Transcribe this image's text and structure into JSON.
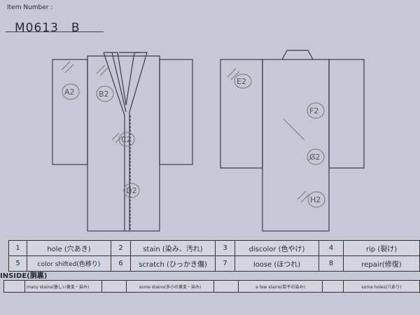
{
  "header": {
    "item_label": "Item Number :",
    "item_number": "M0613　B"
  },
  "front_marks": [
    "A2",
    "B2",
    "C2",
    "D2"
  ],
  "back_marks": [
    "E2",
    "F2",
    "G2",
    "H2"
  ],
  "legend": [
    {
      "num": "1",
      "label": "hole (穴あき)"
    },
    {
      "num": "2",
      "label": "stain (染み、汚れ)"
    },
    {
      "num": "3",
      "label": "discolor (色やけ)"
    },
    {
      "num": "4",
      "label": "rip (裂け)"
    },
    {
      "num": "5",
      "label": "color shifted(色移り)"
    },
    {
      "num": "6",
      "label": "scratch (ひっかき傷)"
    },
    {
      "num": "7",
      "label": "loose (ほつれ)"
    },
    {
      "num": "8",
      "label": "repair(修復)"
    }
  ],
  "inside": {
    "title": "INSIDE(胴裏)",
    "options": [
      "many stains(激しい黄変・染み)",
      "some stains(多小の黄変・染み)",
      "a few stains(若干の染み)",
      "some holes(穴あり)"
    ]
  }
}
